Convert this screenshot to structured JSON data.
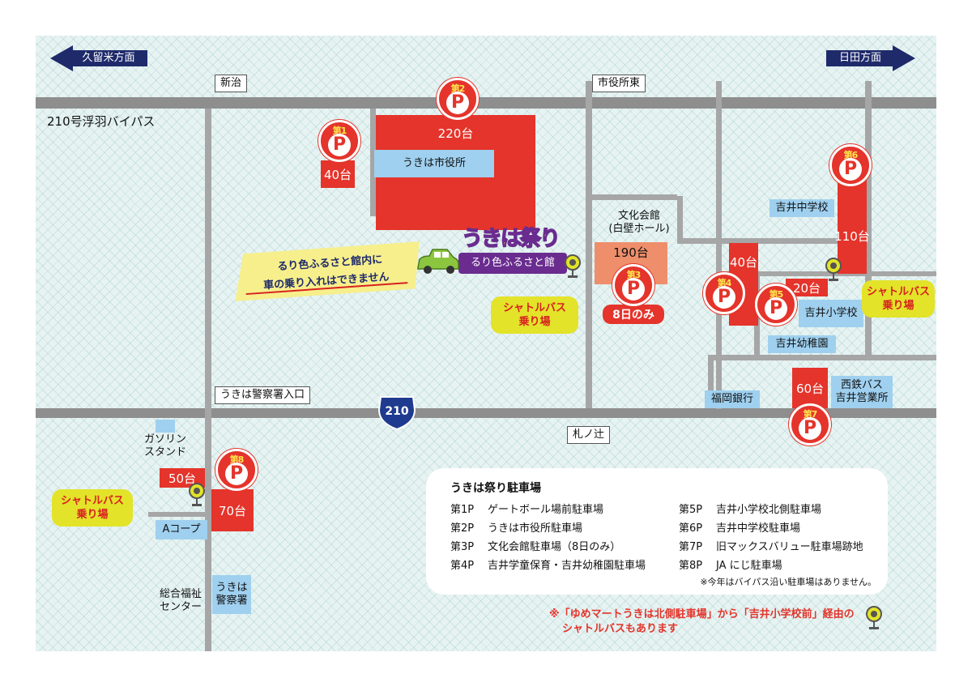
{
  "directions": {
    "left": "久留米方面",
    "right": "日田方面"
  },
  "road_labels": {
    "bypass": "210号浮羽バイパス",
    "route_number": "210",
    "intersections": [
      "新治",
      "市役所東",
      "うきは警察署入口",
      "札ノ辻"
    ]
  },
  "buildings": {
    "city_hall": "うきは市役所",
    "culture_hall": "文化会館\n(白壁ホール)",
    "yoshii_junior_high": "吉井中学校",
    "yoshii_elementary": "吉井小学校",
    "yoshii_kindergarten": "吉井幼稚園",
    "fukuoka_bank": "福岡銀行",
    "nishitetsu_bus": "西鉄バス\n吉井営業所",
    "ja_gas": "JA\nガソリン\nスタンド",
    "a_coop": "Aコープ",
    "welfare_center": "総合福祉\nセンター",
    "police": "うきは\n警察署"
  },
  "parking": [
    {
      "num": "第1",
      "mark": "P",
      "capacity": "40台"
    },
    {
      "num": "第2",
      "mark": "P",
      "capacity": "220台"
    },
    {
      "num": "第3",
      "mark": "P",
      "capacity": "190台",
      "note": "8日のみ"
    },
    {
      "num": "第4",
      "mark": "P",
      "capacity": "40台"
    },
    {
      "num": "第5",
      "mark": "P",
      "capacity": "20台"
    },
    {
      "num": "第6",
      "mark": "P",
      "capacity": "110台"
    },
    {
      "num": "第7",
      "mark": "P",
      "capacity": "60台"
    },
    {
      "num": "第8",
      "mark": "P",
      "capacity": "70台"
    },
    {
      "num": "",
      "mark": "",
      "capacity": "50台"
    }
  ],
  "festival": {
    "logo": "うきは祭り",
    "venue": "るり色ふるさと館",
    "banner_line1": "るり色ふるさと館内に",
    "banner_line2": "車の乗り入れはできません"
  },
  "shuttle": {
    "label_line1": "シャトルバス",
    "label_line2": "乗り場"
  },
  "legend": {
    "title": "うきは祭り駐車場",
    "items_left": [
      {
        "code": "第1P",
        "name": "ゲートボール場前駐車場"
      },
      {
        "code": "第2P",
        "name": "うきは市役所駐車場"
      },
      {
        "code": "第3P",
        "name": "文化会館駐車場（8日のみ）"
      },
      {
        "code": "第4P",
        "name": "吉井学童保育・吉井幼稚園駐車場"
      }
    ],
    "items_right": [
      {
        "code": "第5P",
        "name": "吉井小学校北側駐車場"
      },
      {
        "code": "第6P",
        "name": "吉井中学校駐車場"
      },
      {
        "code": "第7P",
        "name": "旧マックスバリュー駐車場跡地"
      },
      {
        "code": "第8P",
        "name": "JA にじ駐車場"
      }
    ],
    "note": "※今年はバイパス沿い駐車場はありません。"
  },
  "footnote": {
    "line1": "※「ゆめマートうきは北側駐車場」から「吉井小学校前」経由の",
    "line2": "シャトルバスもあります"
  },
  "colors": {
    "parking_red": "#e4342b",
    "building_blue": "#9fd0ef",
    "shuttle_yellow": "#e3e329",
    "arrow_navy": "#1f2a6b",
    "venue_purple": "#6a2c8f"
  }
}
